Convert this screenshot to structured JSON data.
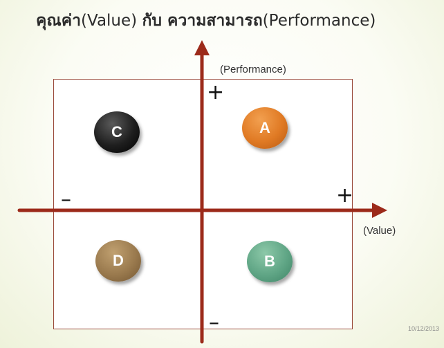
{
  "title": {
    "part1": "คุณค่า",
    "part2": "(Value) ",
    "part3": "กับ  ความสามารถ",
    "part4": "(Performance)"
  },
  "axes": {
    "y_label": "(Performance)",
    "x_label": "(Value)",
    "y_plus": "+",
    "y_minus": "–",
    "x_plus": "+",
    "x_minus": "–",
    "color": "#9c2a1a"
  },
  "quadrants": [
    {
      "id": "A",
      "label": "A",
      "color": "#e07a24"
    },
    {
      "id": "B",
      "label": "B",
      "color": "#5fa585"
    },
    {
      "id": "C",
      "label": "C",
      "color": "#1e1e1e"
    },
    {
      "id": "D",
      "label": "D",
      "color": "#9a7a4e"
    }
  ],
  "footer": {
    "date": "10/12/2013"
  }
}
